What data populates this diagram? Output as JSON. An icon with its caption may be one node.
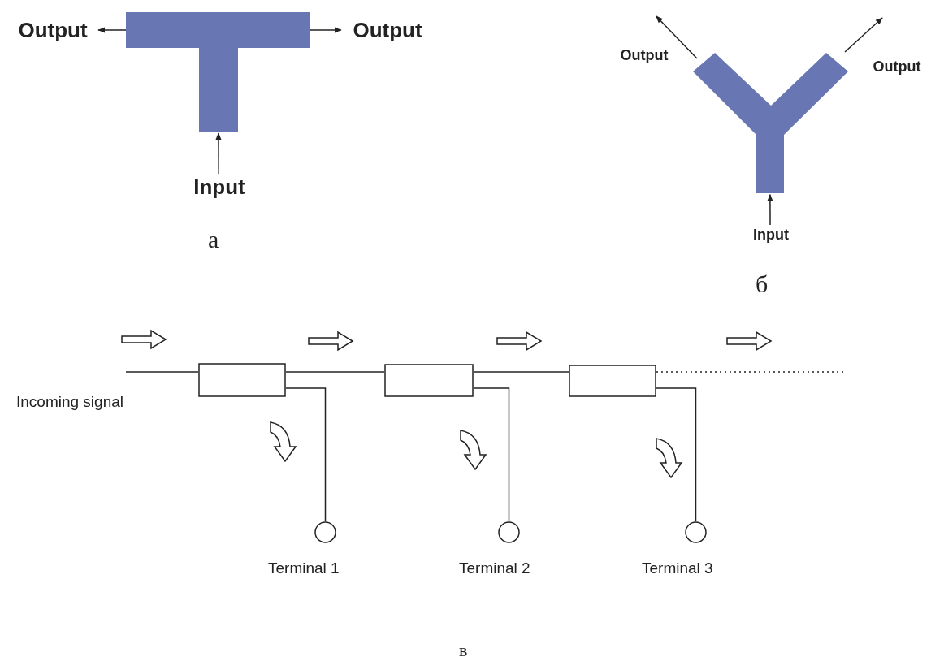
{
  "diagram": {
    "nodes": [
      {
        "text": [
          "Output"
        ]
      },
      {
        "text": [],
        "shape": "tee"
      },
      {
        "text": [
          "Output"
        ]
      },
      {
        "text": [
          "Input"
        ]
      },
      {
        "text": [
          "Output"
        ]
      },
      {
        "text": [],
        "shape": "wye"
      },
      {
        "text": [
          "Output"
        ]
      },
      {
        "text": [
          "Input"
        ]
      },
      {
        "text": [],
        "shape": "box"
      },
      {
        "text": [],
        "shape": "box"
      },
      {
        "text": [],
        "shape": "box"
      },
      {
        "text": [],
        "shape": "circle",
        "beside": [
          "Terminal 1"
        ]
      },
      {
        "text": [],
        "shape": "circle",
        "beside": [
          "Terminal 2"
        ]
      },
      {
        "text": [],
        "shape": "circle",
        "beside": [
          "Terminal 3"
        ]
      }
    ],
    "edges": [
      {
        "from": 1,
        "to": 0,
        "arrow": "to"
      },
      {
        "from": 1,
        "to": 2,
        "arrow": "to"
      },
      {
        "from": 3,
        "to": 1,
        "arrow": "to"
      },
      {
        "from": 5,
        "to": 4,
        "arrow": "to"
      },
      {
        "from": 5,
        "to": 6,
        "arrow": "to"
      },
      {
        "from": 7,
        "to": 5,
        "arrow": "to"
      },
      {
        "from": null,
        "to": 8,
        "arrow": "none"
      },
      {
        "from": 8,
        "to": 9,
        "arrow": "none"
      },
      {
        "from": 9,
        "to": 10,
        "arrow": "none"
      },
      {
        "from": 10,
        "to": null,
        "arrow": "none",
        "style": "dashed"
      },
      {
        "from": 8,
        "to": 11,
        "arrow": "none"
      },
      {
        "from": 9,
        "to": 12,
        "arrow": "none"
      },
      {
        "from": 10,
        "to": 13,
        "arrow": "none"
      }
    ],
    "labels": [
      "а",
      "б",
      "Incoming signal",
      "в"
    ]
  }
}
